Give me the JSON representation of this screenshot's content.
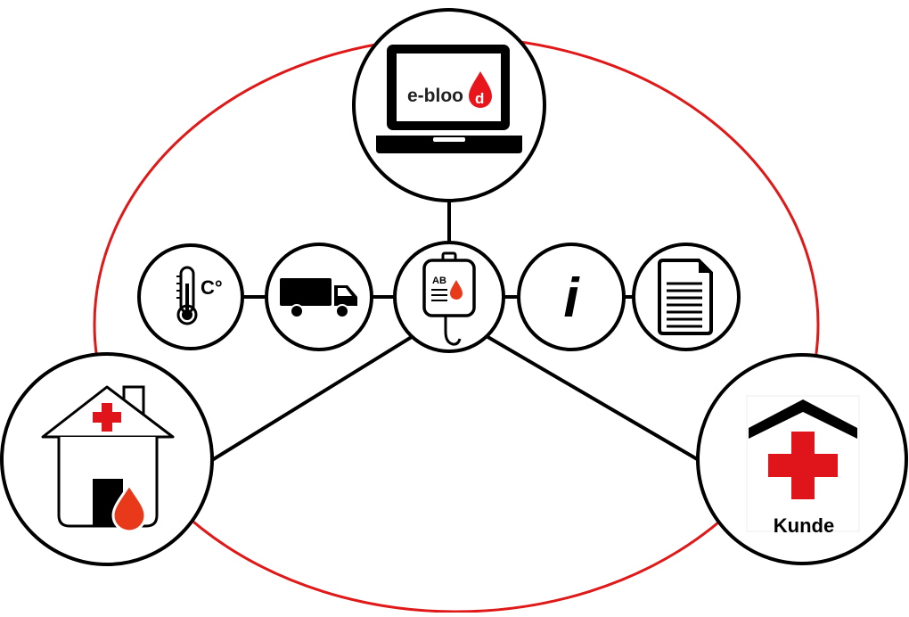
{
  "diagram": {
    "colors": {
      "ring": "#e01818",
      "outline": "#000000",
      "blood_drop": "#e83a1a",
      "cross": "#e0141b",
      "logo_drop": "#e8161b",
      "roof": "#000000"
    },
    "center_node": {
      "icon": "blood-bag-icon",
      "bag_label": "AB"
    },
    "top_node": {
      "icon": "laptop-icon",
      "logo_text": "e-bloo",
      "logo_drop_letter": "d"
    },
    "left_chain": [
      {
        "icon": "thermometer-icon",
        "label": "C°"
      },
      {
        "icon": "truck-icon"
      }
    ],
    "right_chain": [
      {
        "icon": "info-icon",
        "label": "i"
      },
      {
        "icon": "document-icon"
      }
    ],
    "bottom_left_node": {
      "icon": "blood-bank-house-icon"
    },
    "bottom_right_node": {
      "icon": "hospital-icon",
      "label": "Kunde"
    }
  }
}
